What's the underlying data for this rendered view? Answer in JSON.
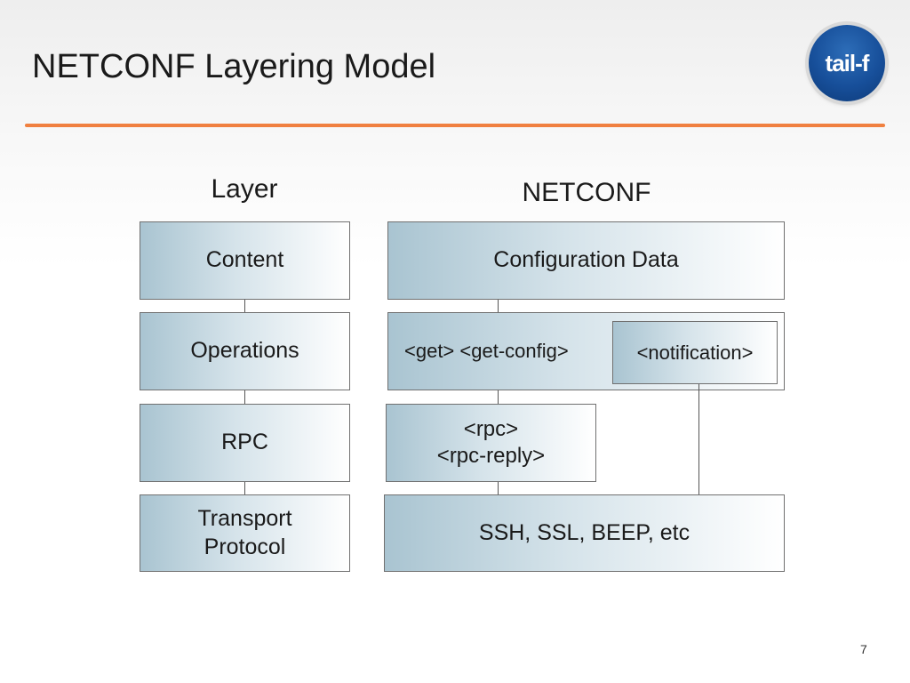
{
  "slide": {
    "title": "NETCONF Layering Model",
    "logo_text": "tail-f",
    "page_number": "7",
    "accent_color": "#f08040"
  },
  "columns": {
    "layer_heading": "Layer",
    "netconf_heading": "NETCONF"
  },
  "layers": [
    {
      "label": "Content"
    },
    {
      "label": "Operations"
    },
    {
      "label": "RPC"
    },
    {
      "label": "Transport\nProtocol"
    }
  ],
  "netconf": {
    "content": "Configuration Data",
    "operations": "<get> <get-config>",
    "notification": "<notification>",
    "rpc": "<rpc>\n<rpc-reply>",
    "transport": "SSH, SSL, BEEP, etc"
  }
}
